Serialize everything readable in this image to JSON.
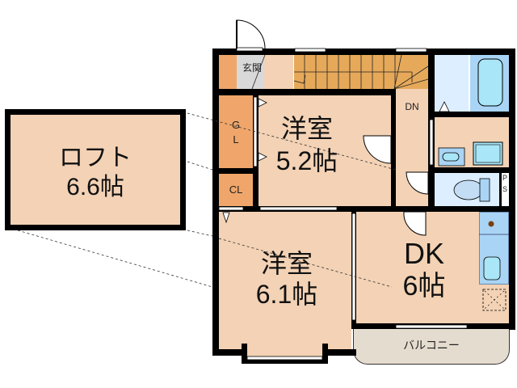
{
  "floorplan": {
    "loft": {
      "name": "ロフト",
      "size": "6.6帖"
    },
    "rooms": [
      {
        "id": "western-room-1",
        "name": "洋室",
        "size": "5.2帖"
      },
      {
        "id": "western-room-2",
        "name": "洋室",
        "size": "6.1帖"
      },
      {
        "id": "dining-kitchen",
        "name": "DK",
        "size": "6帖"
      }
    ],
    "labels": {
      "entrance": "玄関",
      "closet_gl_1": "G",
      "closet_gl_2": "L",
      "closet": "CL",
      "stairs_down": "DN",
      "pipe_space_1": "P",
      "pipe_space_2": "S",
      "balcony": "バルコニー"
    },
    "colors": {
      "room_floor": "#f3d2b5",
      "closet": "#f0a66a",
      "stairs": "#e6a95a",
      "entrance": "#d9d9d9",
      "wet_area": "#dceeff",
      "fixture": "#a9d4f5",
      "balcony": "#e5dcd0",
      "wall": "#000000"
    }
  }
}
